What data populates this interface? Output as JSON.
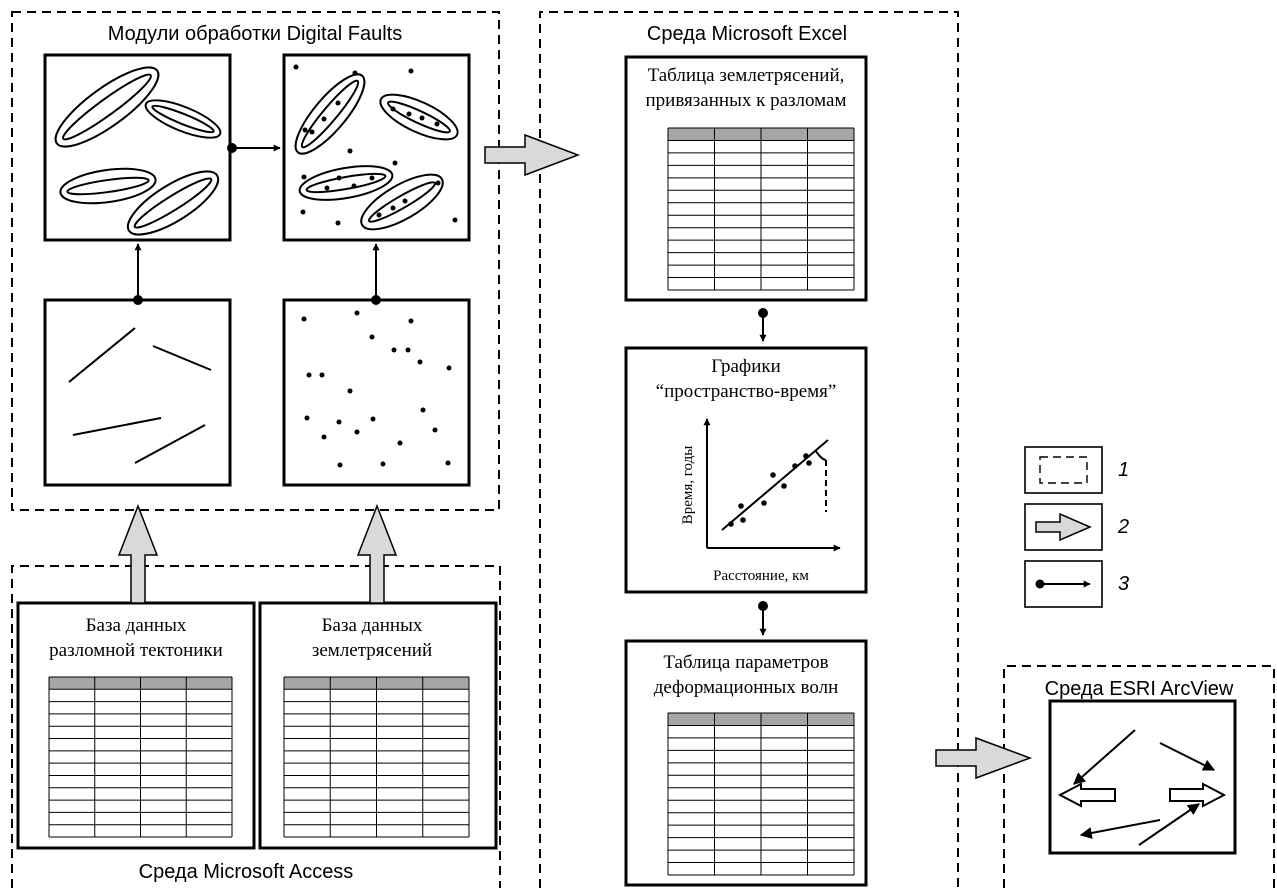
{
  "environments": {
    "digital_faults": "Модули обработки Digital Faults",
    "excel": "Среда Microsoft Excel",
    "access": "Среда Microsoft Access",
    "arcview": "Среда ESRI ArcView"
  },
  "excel_blocks": {
    "eq_table_line1": "Таблица землетрясений,",
    "eq_table_line2": "привязанных к разломам",
    "graphs_line1": "Графики",
    "graphs_line2": "“пространство-время”",
    "graph_y_label": "Время, годы",
    "graph_x_label": "Расстояние, км",
    "waves_line1": "Таблица параметров",
    "waves_line2": "деформационных волн"
  },
  "access_blocks": {
    "fault_db_line1": "База данных",
    "fault_db_line2": "разломной тектоники",
    "eq_db_line1": "База данных",
    "eq_db_line2": "землетрясений"
  },
  "legend": [
    {
      "label": "1",
      "meaning": "dashed-frame"
    },
    {
      "label": "2",
      "meaning": "gray-arrow"
    },
    {
      "label": "3",
      "meaning": "dot-arrow"
    }
  ]
}
